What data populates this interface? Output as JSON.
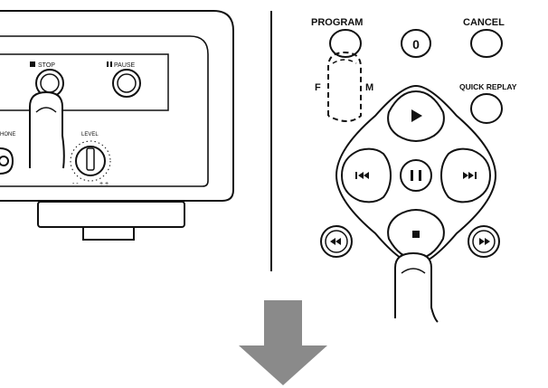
{
  "unit_panel": {
    "stop_label": "STOP",
    "pause_label": "PAUSE",
    "phone_label": "HONE",
    "level_label": "LEVEL",
    "level_min": "- -",
    "level_max": "+ +"
  },
  "remote": {
    "program_label": "PROGRAM",
    "zero_label": "0",
    "cancel_label": "CANCEL",
    "quick_replay_label": "QUICK REPLAY",
    "hidden_label_left": "F",
    "hidden_label_right": "M"
  },
  "icons": {
    "play": "play-icon",
    "pause": "pause-icon",
    "stop": "stop-icon",
    "skip_back": "skip-back-icon",
    "skip_forward": "skip-forward-icon",
    "rewind": "rewind-icon",
    "fast_forward": "fast-forward-icon",
    "arrow": "down-arrow-icon"
  },
  "colors": {
    "line": "#111111",
    "arrow": "#8a8a8a"
  }
}
